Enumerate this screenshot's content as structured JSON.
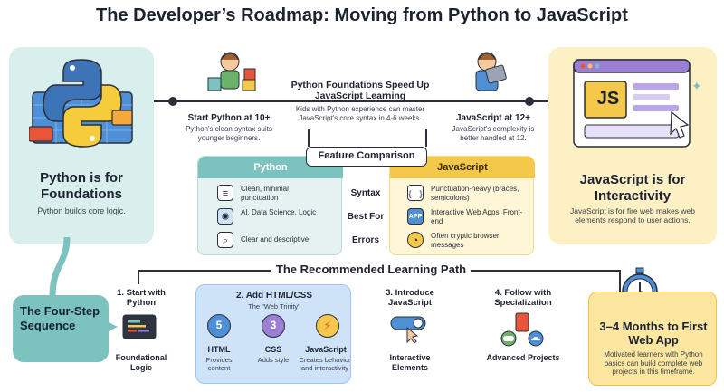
{
  "title": "The Developer’s Roadmap: Moving from Python to JavaScript",
  "python_panel": {
    "heading": "Python is for Foundations",
    "body": "Python builds core logic."
  },
  "js_panel": {
    "heading": "JavaScript is for Interactivity",
    "body": "JavaScript is for fire web makes web elements respond to user actions.",
    "logo": "JS"
  },
  "start_python": {
    "heading": "Start Python at 10+",
    "body": "Python's clean syntax suits younger beginners."
  },
  "speedup": {
    "heading": "Python Foundations Speed Up JavaScript Learning",
    "body": "Kids with Python experience can master JavaScript's core syntax in 4-6 weeks."
  },
  "js_age": {
    "heading": "JavaScript at 12+",
    "body": "JavaScript's complexity is better handled at 12."
  },
  "comparison": {
    "title": "Feature Comparison",
    "python_head": "Python",
    "js_head": "JavaScript",
    "rows": [
      {
        "label": "Syntax",
        "python": "Clean, minimal punctuation",
        "js": "Punctuation-heavy (braces, semicolons)",
        "py_icon": "document-icon",
        "js_icon": "braces-icon"
      },
      {
        "label": "Best For",
        "python": "AI, Data Science, Logic",
        "js": "Interactive Web Apps, Front-end",
        "py_icon": "brain-icon",
        "js_icon": "app-icon"
      },
      {
        "label": "Errors",
        "python": "Clear and descriptive",
        "js": "Often cryptic browser messages",
        "py_icon": "magnifier-icon",
        "js_icon": "confused-face-icon"
      }
    ],
    "js_app_icon_text": "APP"
  },
  "path": {
    "title": "The Recommended Learning Path",
    "sequence": "The Four-Step Sequence",
    "step1": {
      "heading": "1. Start with Python",
      "caption": "Foundational Logic"
    },
    "step2": {
      "heading": "2. Add HTML/CSS",
      "subtitle": "The \"Web Trinity\"",
      "items": [
        {
          "name": "HTML",
          "desc": "Provides content",
          "symbol": "5"
        },
        {
          "name": "CSS",
          "desc": "Adds style",
          "symbol": "3"
        },
        {
          "name": "JavaScript",
          "desc": "Creates behavior and interactivity",
          "symbol": "⚡"
        }
      ]
    },
    "step3": {
      "heading": "3. Introduce JavaScript",
      "caption": "Interactive Elements"
    },
    "step4": {
      "heading": "4. Follow with Specialization",
      "caption": "Advanced Projects"
    },
    "result": {
      "heading": "3–4 Months to First Web App",
      "body": "Motivated learners with Python basics can build complete web projects in this timeframe."
    }
  },
  "colors": {
    "teal": "#7cc3c0",
    "yellow": "#f4c84a",
    "blue_box": "#cfe3f8",
    "dark": "#1c2230"
  }
}
